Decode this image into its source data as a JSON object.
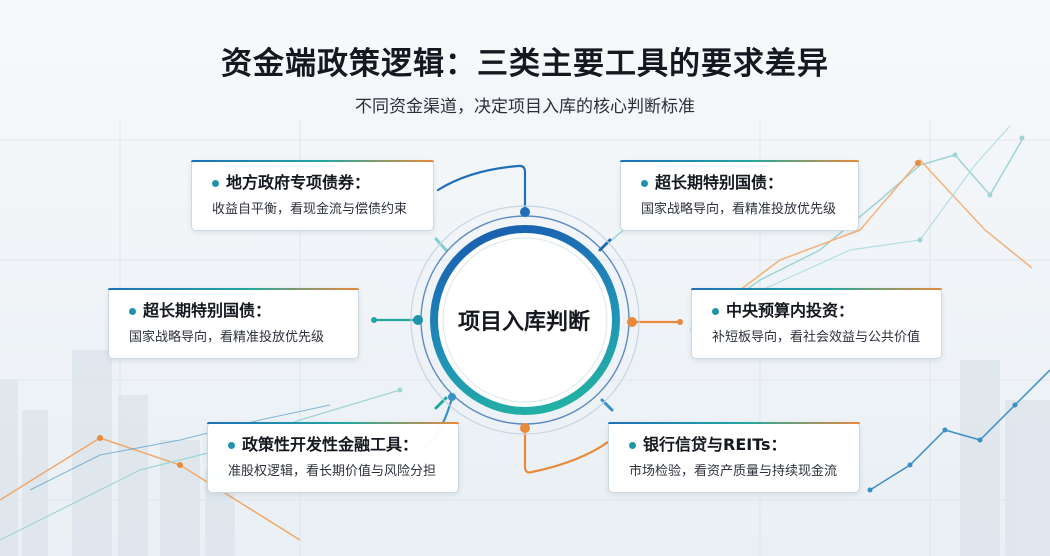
{
  "title": "资金端政策逻辑：三类主要工具的要求差异",
  "subtitle": "不同资金渠道，决定项目入库的核心判断标准",
  "center_label": "项目入库判断",
  "colors": {
    "blue": "#1f6fb8",
    "teal": "#22a7a0",
    "orange": "#e88a3a",
    "line_blue": "#3a8fc4"
  },
  "cards": [
    {
      "id": "card-local-special-bond",
      "title": "地方政府专项债券：",
      "desc": "收益自平衡，看现金流与偿债约束"
    },
    {
      "id": "card-ultra-long-bond-right",
      "title": "超长期特别国债：",
      "desc": "国家战略导向，看精准投放优先级"
    },
    {
      "id": "card-ultra-long-bond-left",
      "title": "超长期特别国债：",
      "desc": "国家战略导向，看精准投放优先级"
    },
    {
      "id": "card-central-budget",
      "title": "中央预算内投资：",
      "desc": "补短板导向，看社会效益与公共价值"
    },
    {
      "id": "card-policy-finance-tool",
      "title": "政策性开发性金融工具：",
      "desc": "准股权逻辑，看长期价值与风险分担"
    },
    {
      "id": "card-bank-credit-reits",
      "title": "银行信贷与REITs：",
      "desc": "市场检验，看资产质量与持续现金流"
    }
  ]
}
